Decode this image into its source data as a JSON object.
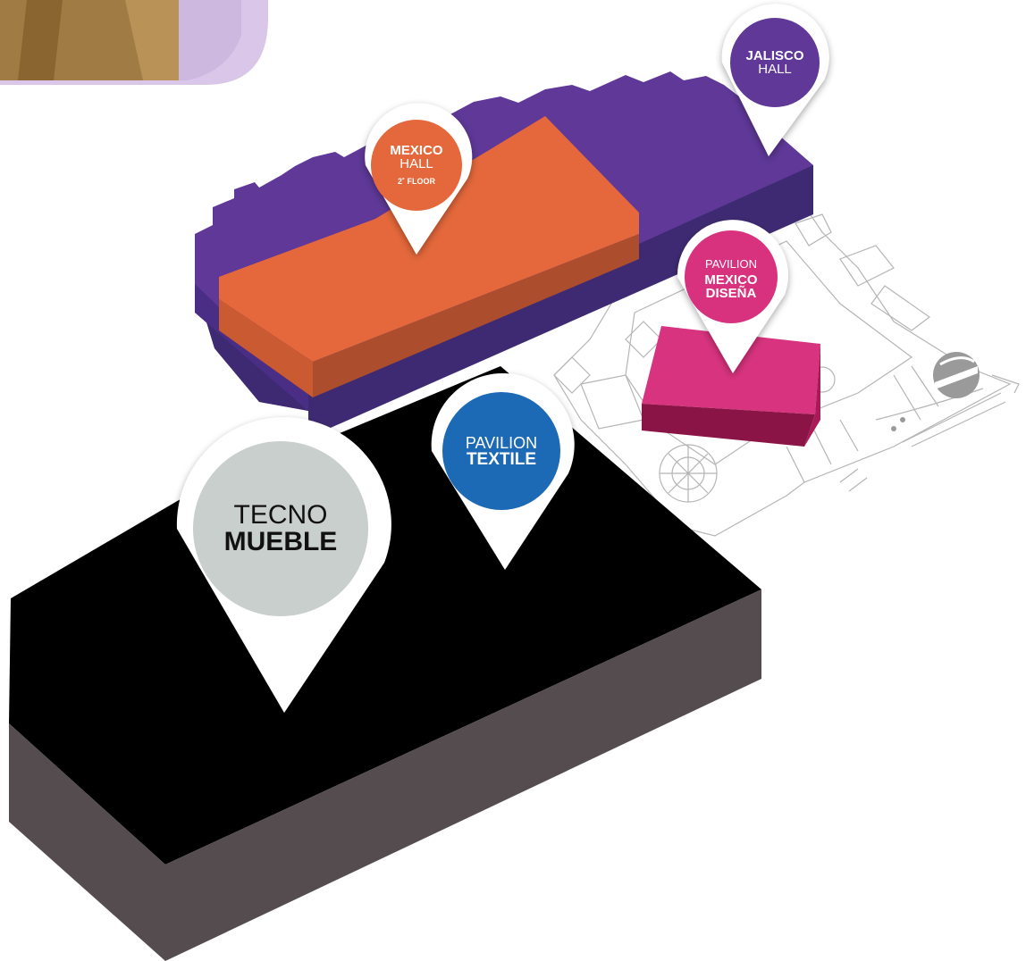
{
  "colors": {
    "jalisco_hall": "#5f3898",
    "mexico_hall": "#e4683b",
    "pavilion_mexico_disena": "#d8337e",
    "pavilion_textile": "#1b69b5",
    "tecno_mueble_block": "#000000",
    "tecno_mueble_pin": "#c9cfcc",
    "floorplan_lines": "#b5b5b5"
  },
  "pins": {
    "jalisco_hall": {
      "line1": "JALISCO",
      "line2": "HALL"
    },
    "mexico_hall": {
      "line1": "MEXICO",
      "line2": "HALL",
      "line3": "2˚ FLOOR"
    },
    "pavilion_mexico_disena": {
      "line1": "PAVILION",
      "line2": "MEXICO",
      "line3": "DISEÑA"
    },
    "pavilion_textile": {
      "line1": "PAVILION",
      "line2": "TEXTILE"
    },
    "tecno_mueble": {
      "line1": "TECNO",
      "line2": "MUEBLE"
    }
  },
  "icons": [
    "map-pin-icon"
  ]
}
